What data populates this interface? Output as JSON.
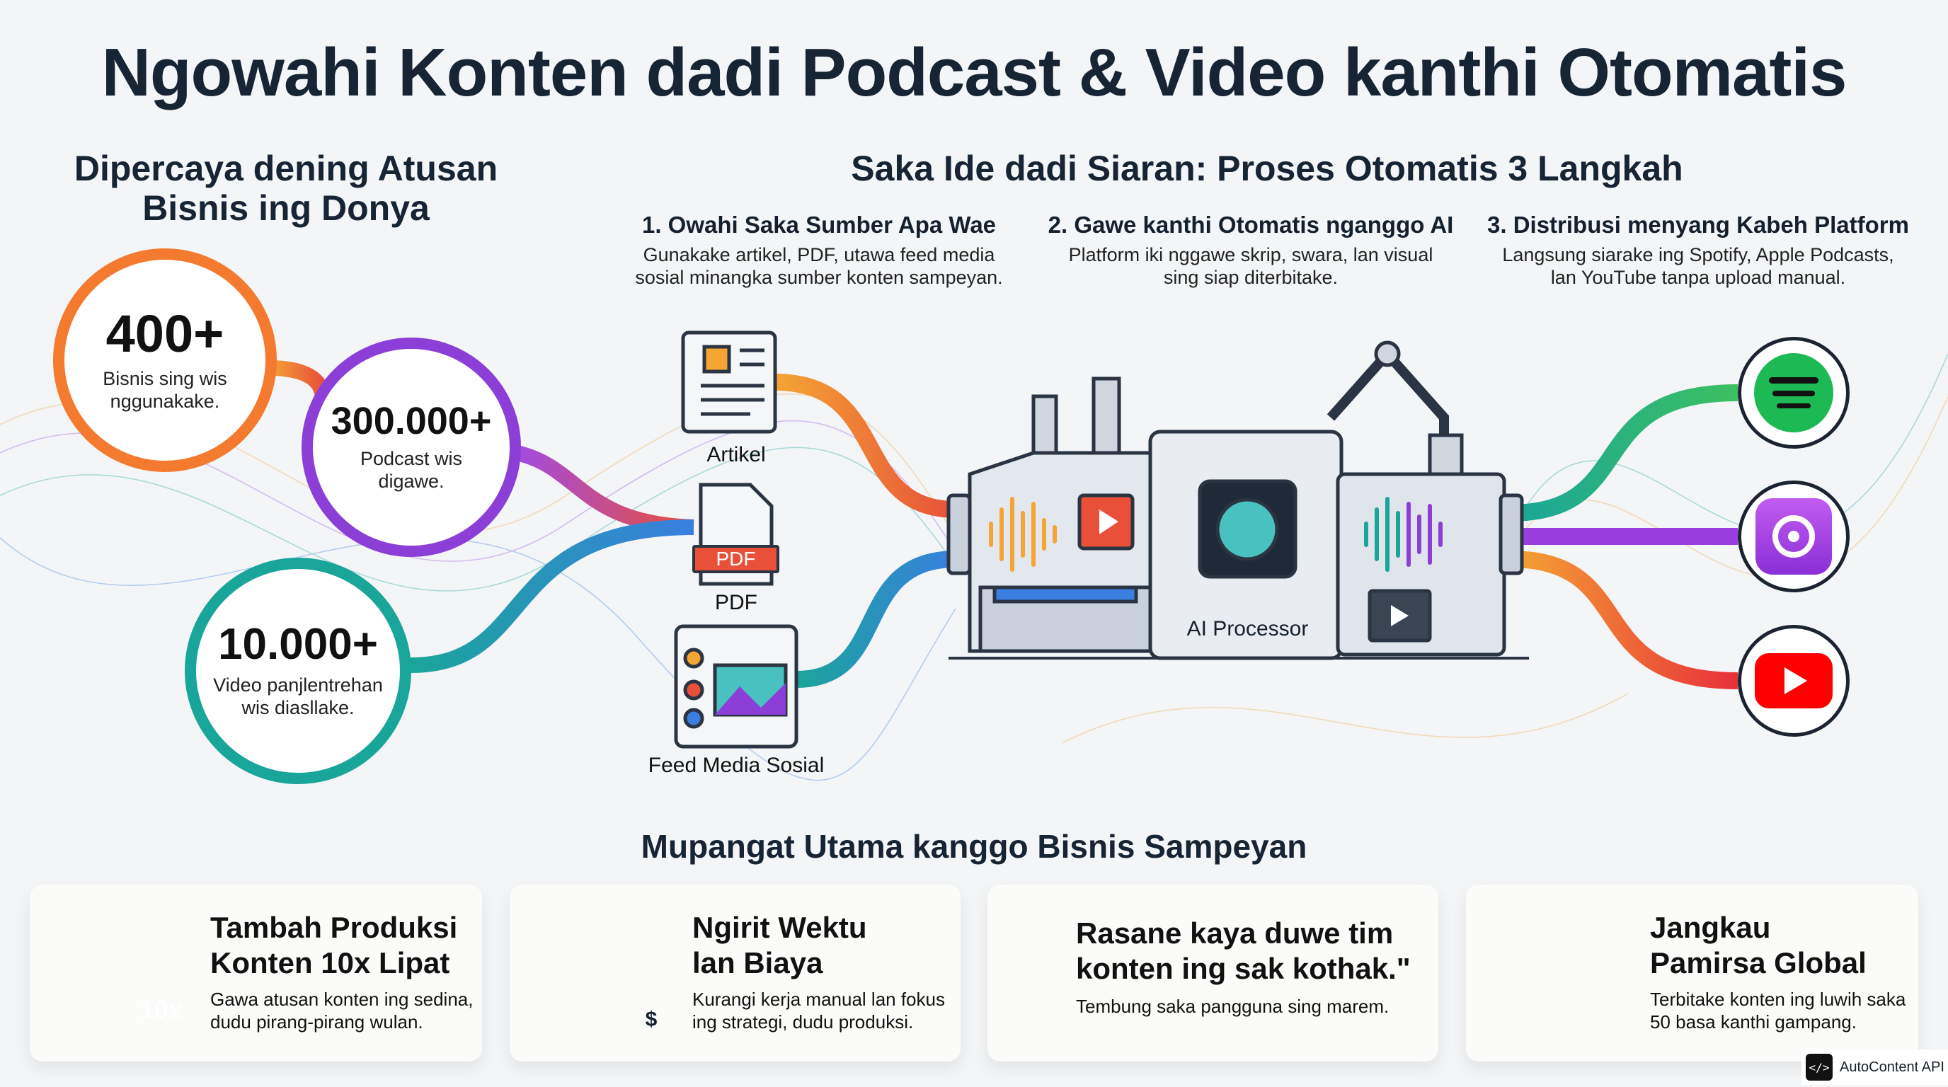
{
  "title": "Ngowahi Konten dadi Podcast & Video kanthi Otomatis",
  "trust": {
    "heading_line1": "Dipercaya dening Atusan",
    "heading_line2": "Bisnis ing Donya",
    "stats": [
      {
        "value": "400+",
        "desc_line1": "Bisnis sing wis",
        "desc_line2": "nggunakake.",
        "color": "#f47a30"
      },
      {
        "value": "300.000+",
        "desc_line1": "Podcast wis",
        "desc_line2": "digawe.",
        "color": "#8c3fd6"
      },
      {
        "value": "10.000+",
        "desc_line1": "Video panjlentrehan",
        "desc_line2": "wis diasllake.",
        "color": "#1aa59a"
      }
    ]
  },
  "process": {
    "heading": "Saka Ide dadi Siaran: Proses Otomatis 3 Langkah",
    "steps": [
      {
        "title": "1. Owahi Saka Sumber Apa Wae",
        "desc_line1": "Gunakake artikel, PDF, utawa feed media",
        "desc_line2": "sosial minangka sumber konten sampeyan."
      },
      {
        "title": "2. Gawe kanthi Otomatis nganggo AI",
        "desc_line1": "Platform iki nggawe skrip, swara, lan visual",
        "desc_line2": "sing siap diterbitake."
      },
      {
        "title": "3. Distribusi menyang Kabeh Platform",
        "desc_line1": "Langsung siarake ing Spotify, Apple Podcasts,",
        "desc_line2": "lan YouTube tanpa upload manual."
      }
    ],
    "inputs": [
      {
        "label": "Artikel",
        "icon": "article-icon"
      },
      {
        "label": "PDF",
        "icon": "pdf-icon",
        "badge": "PDF"
      },
      {
        "label": "Feed Media Sosial",
        "icon": "social-feed-icon"
      }
    ],
    "processor_label": "AI Processor",
    "platforms": [
      {
        "name": "spotify-icon",
        "color": "#1db954"
      },
      {
        "name": "apple-podcasts-icon",
        "color": "#9b3ee0"
      },
      {
        "name": "youtube-icon",
        "color": "#ff0000"
      }
    ]
  },
  "benefits": {
    "heading": "Mupangat Utama kanggo Bisnis Sampeyan",
    "cards": [
      {
        "title_line1": "Tambah Produksi",
        "title_line2": "Konten 10x Lipat",
        "desc_line1": "Gawa atusan konten ing sedina,",
        "desc_line2": "dudu pirang-pirang wulan.",
        "icon": "calendar-10x-icon",
        "badge": "10x"
      },
      {
        "title_line1": "Ngirit Wektu",
        "title_line2": "lan Biaya",
        "desc_line1": "Kurangi kerja manual lan fokus",
        "desc_line2": "ing strategi, dudu produksi.",
        "icon": "clock-coins-icon",
        "coin": "$"
      },
      {
        "title_line1": "Rasane kaya duwe tim",
        "title_line2": "konten ing sak kothak.\"",
        "desc_line1": "Tembung saka pangguna sing marem.",
        "icon": "quote-icon"
      },
      {
        "title_line1": "Jangkau",
        "title_line2": "Pamirsa Global",
        "desc_line1": "Terbitake konten ing luwih saka",
        "desc_line2": "50 basa kanthi gampang.",
        "icon": "globe-chat-icon"
      }
    ]
  },
  "badge": {
    "label": "AutoContent API",
    "icon": "code-icon",
    "icon_text": "</>"
  }
}
